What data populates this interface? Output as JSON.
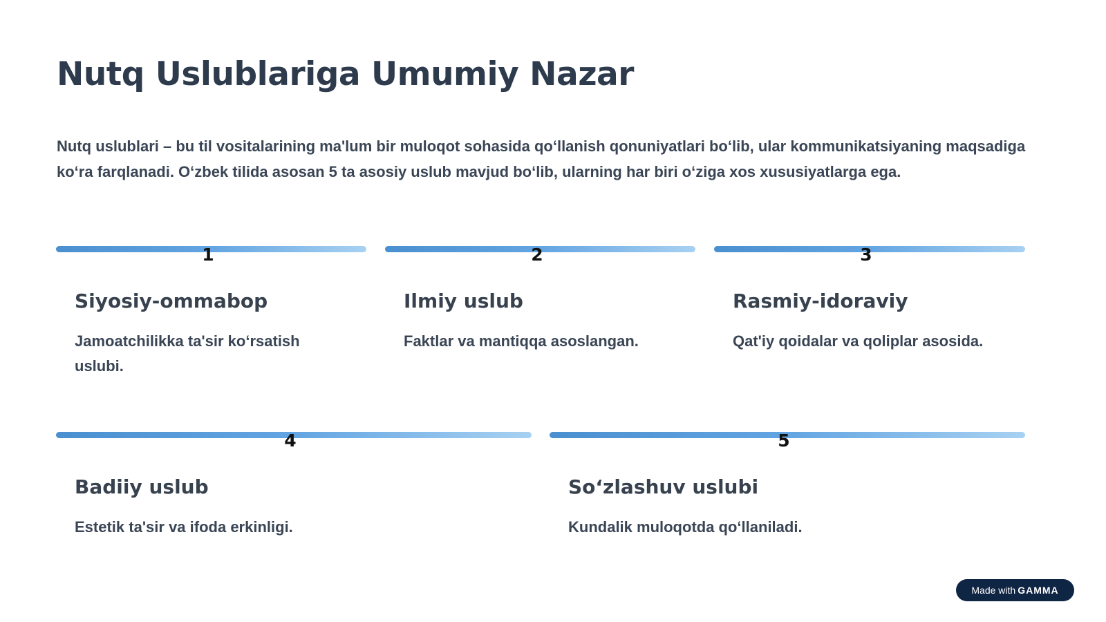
{
  "slide": {
    "title": "Nutq Uslublariga Umumiy Nazar",
    "intro": "Nutq uslublari – bu til vositalarining ma'lum bir muloqot sohasida qo‘llanish qonuniyatlari bo‘lib, ular kommunikatsiyaning maqsadiga ko‘ra farqlanadi. O‘zbek tilida asosan 5 ta asosiy uslub mavjud bo‘lib, ularning har biri o‘ziga xos xususiyatlarga ega.",
    "cards": [
      {
        "number": "1",
        "title": "Siyosiy-ommabop",
        "description": "Jamoatchilikka ta'sir ko‘rsatish uslubi."
      },
      {
        "number": "2",
        "title": "Ilmiy uslub",
        "description": "Faktlar va mantiqqa asoslangan."
      },
      {
        "number": "3",
        "title": "Rasmiy-idoraviy",
        "description": "Qat'iy qoidalar va qoliplar asosida."
      },
      {
        "number": "4",
        "title": "Badiiy uslub",
        "description": "Estetik ta'sir va ifoda erkinligi."
      },
      {
        "number": "5",
        "title": "So‘zlashuv uslubi",
        "description": "Kundalik muloqotda qo‘llaniladi."
      }
    ]
  },
  "badge": {
    "prefix": "Made with",
    "brand": "GAMMA"
  },
  "colors": {
    "title": "#2e3b4d",
    "bar_start": "#4a8fd0",
    "bar_end": "#a8d1f2",
    "badge_bg": "#0f2544"
  }
}
